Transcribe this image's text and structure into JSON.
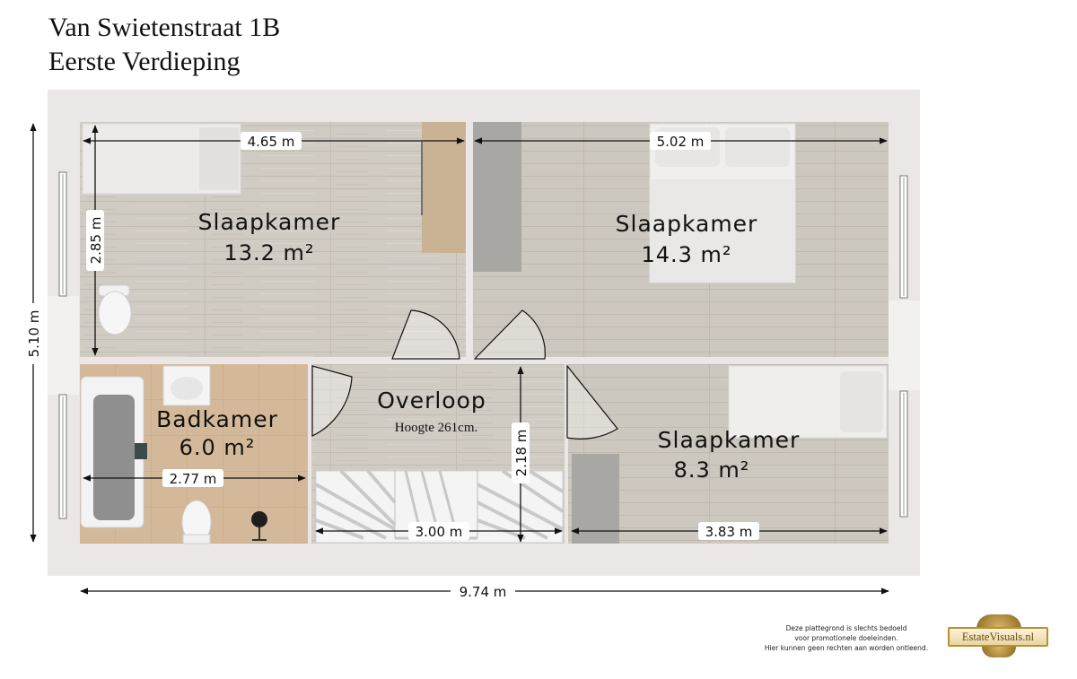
{
  "header": {
    "address": "Van Swietenstraat 1B",
    "floor": "Eerste Verdieping"
  },
  "rooms": [
    {
      "name": "Slaapkamer",
      "area": "13.2 m²"
    },
    {
      "name": "Slaapkamer",
      "area": "14.3 m²"
    },
    {
      "name": "Badkamer",
      "area": "6.0 m²"
    },
    {
      "name": "Overloop",
      "note": "Hoogte 261cm."
    },
    {
      "name": "Slaapkamer",
      "area": "8.3 m²"
    }
  ],
  "dimensions": {
    "bedroom1_width": "4.65 m",
    "bedroom2_width": "5.02 m",
    "bedroom1_depth": "2.85 m",
    "total_depth": "5.10 m",
    "bathroom_width": "2.77 m",
    "landing_depth": "2.18 m",
    "landing_width": "3.00 m",
    "bedroom3_width": "3.83 m",
    "total_width": "9.74 m"
  },
  "disclaimer": [
    "Deze plattegrond is slechts bedoeld",
    "voor promotionele doeleinden.",
    "Hier kunnen geen rechten aan worden ontleend."
  ],
  "logo": {
    "text": "EstateVisuals.nl"
  },
  "colors": {
    "wall": "#ebe7e7",
    "wood_floor": "#cfcac1",
    "bath_tile": "#d2b897",
    "cabinet": "#a9a7a4"
  }
}
